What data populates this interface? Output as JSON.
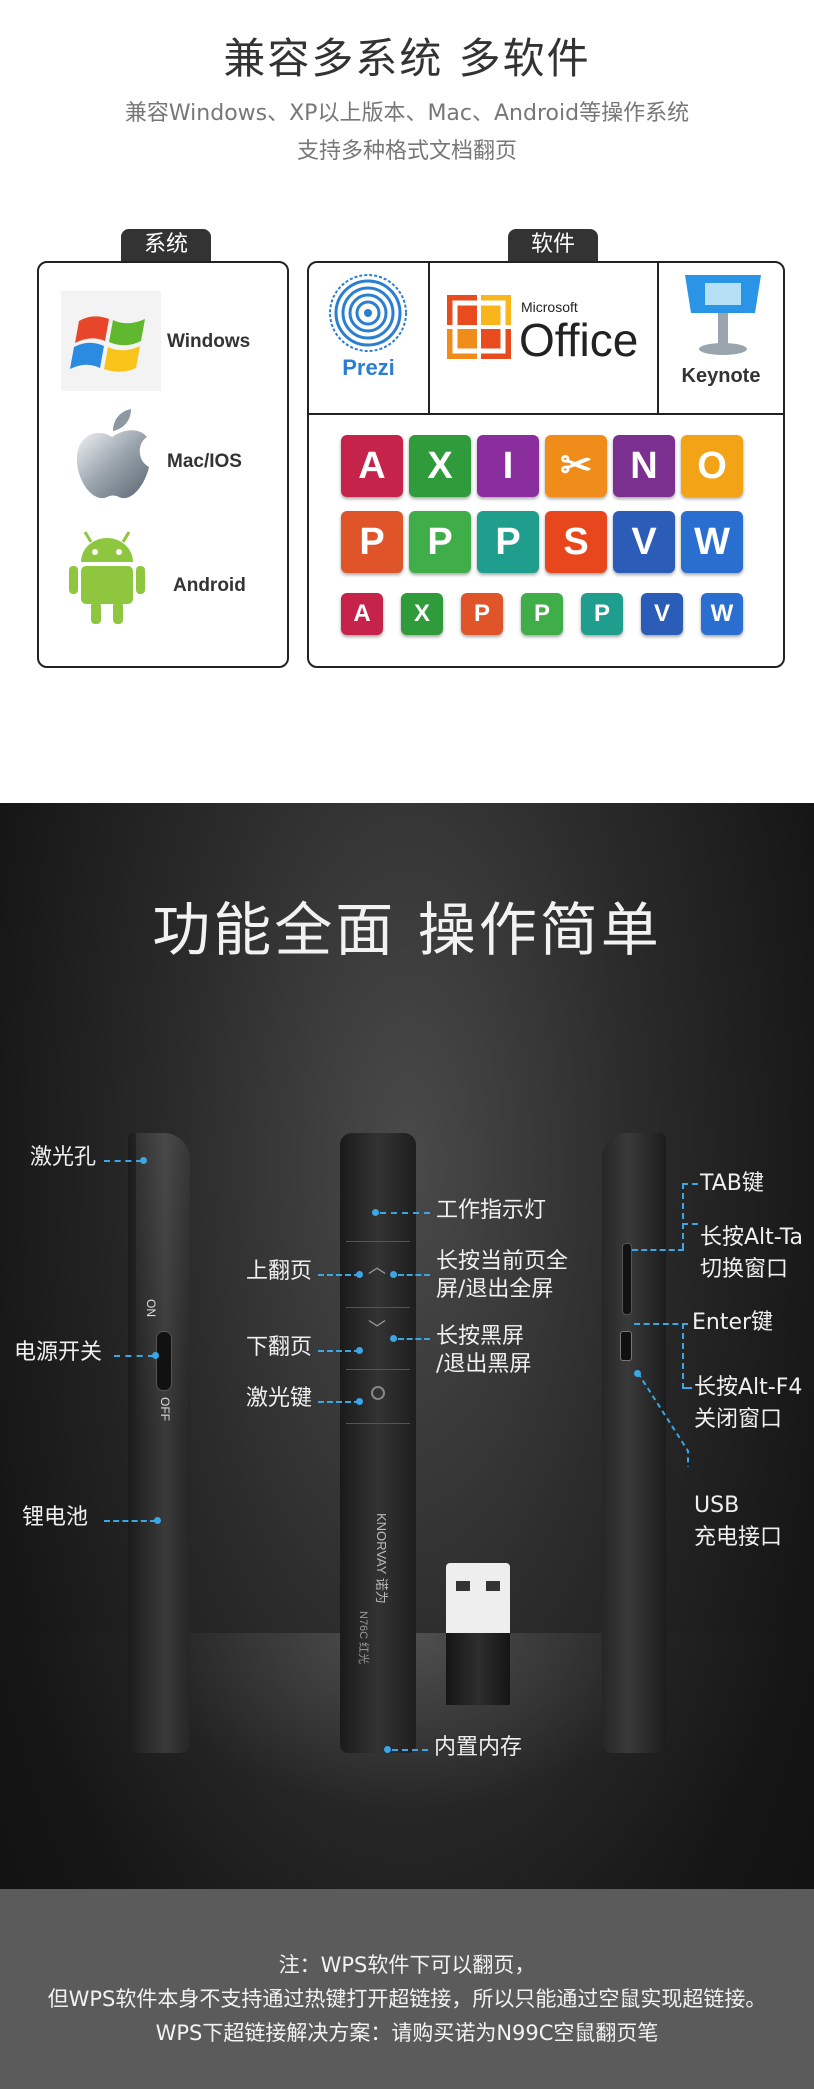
{
  "compat": {
    "title": "兼容多系统 多软件",
    "subtitle_1": "兼容Windows、XP以上版本、Mac、Android等操作系统",
    "subtitle_2": "支持多种格式文档翻页",
    "systems_tab": "系统",
    "software_tab": "软件",
    "systems": [
      "Windows",
      "Mac/IOS",
      "Android"
    ],
    "software": {
      "prezi": "Prezi",
      "ms_small": "Microsoft",
      "ms_big": "Office",
      "keynote": "Keynote"
    },
    "office_tiles_row1": [
      "A",
      "X",
      "I",
      "✂",
      "N",
      "O"
    ],
    "office_tiles_row2": [
      "P",
      "P",
      "P",
      "S",
      "V",
      "W"
    ],
    "office_tiles_row3": [
      "A",
      "X",
      "P",
      "P",
      "P",
      "V",
      "W"
    ]
  },
  "features": {
    "title": "功能全面 操作简单",
    "left_labels": {
      "laser_hole": "激光孔",
      "power_switch": "电源开关",
      "battery": "锂电池"
    },
    "switch_on": "ON",
    "switch_off": "OFF",
    "center_left": {
      "page_up": "上翻页",
      "page_down": "下翻页",
      "laser_key": "激光键"
    },
    "center_right": {
      "indicator": "工作指示灯",
      "fullscreen_1": "长按当前页全",
      "fullscreen_2": "屏/退出全屏",
      "blackscreen_1": "长按黑屏",
      "blackscreen_2": "/退出黑屏",
      "memory": "内置内存"
    },
    "brand": "KNORVAY 诺为",
    "model": "N76C 红光",
    "right_labels": {
      "tab": "TAB键",
      "alt_tab_1": "长按Alt-Ta",
      "alt_tab_2": "切换窗口",
      "enter": "Enter键",
      "alt_f4_1": "长按Alt-F4",
      "alt_f4_2": "关闭窗口",
      "usb_1": "USB",
      "usb_2": "充电接口"
    },
    "note_1": "注：WPS软件下可以翻页，",
    "note_2": "但WPS软件本身不支持通过热键打开超链接，所以只能通过空鼠实现超链接。",
    "note_3": "WPS下超链接解决方案：请购买诺为N99C空鼠翻页笔"
  },
  "colors": {
    "accent": "#39a6e6",
    "dark_bg": "#1a1a1a",
    "footer_bg": "#5b5b5b"
  }
}
